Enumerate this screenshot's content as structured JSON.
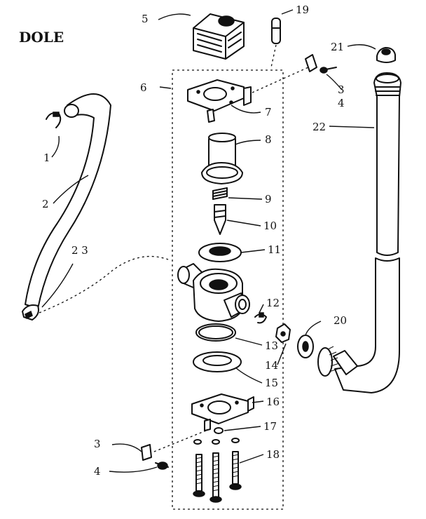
{
  "title": "DOLE",
  "labels": {
    "p1": "1",
    "p2": "2",
    "p3a": "3",
    "p3b": "3",
    "p4a": "4",
    "p4b": "4",
    "p5": "5",
    "p6": "6",
    "p7": "7",
    "p8": "8",
    "p9": "9",
    "p10": "10",
    "p11": "11",
    "p12": "12",
    "p13": "13",
    "p14": "14",
    "p15": "15",
    "p16": "16",
    "p17": "17",
    "p18": "18",
    "p19": "19",
    "p20": "20",
    "p21": "21",
    "p22": "22",
    "p23": "2 3"
  }
}
